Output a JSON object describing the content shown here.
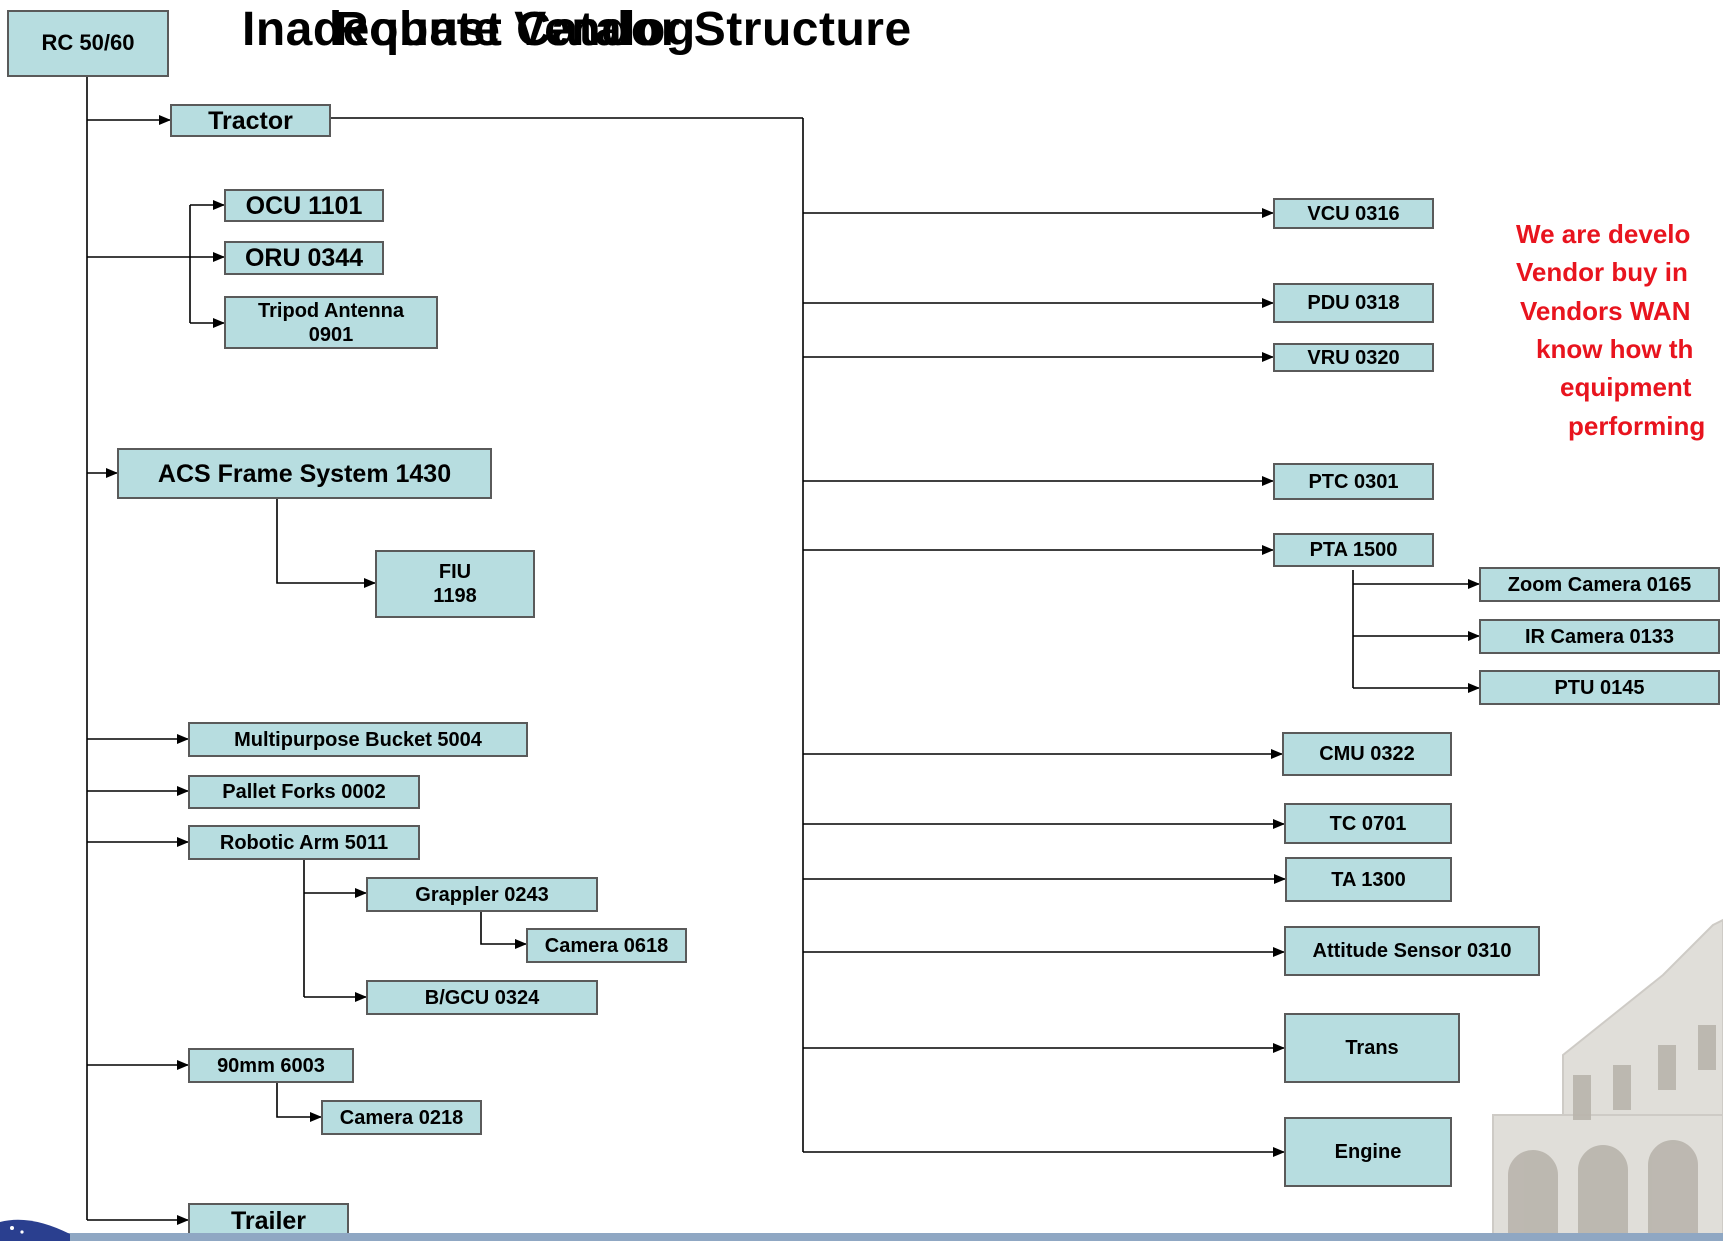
{
  "title_overlay_a": "Inadequate Vendor Structure",
  "title_overlay_b": "Robust Catalog",
  "note_lines": [
    "We are develo",
    "Vendor buy in",
    "Vendors WAN",
    "know how th",
    "equipment",
    "performing"
  ],
  "colors": {
    "box_fill": "#b7dde0",
    "box_border": "#5a5a5a",
    "note_text": "#e8141e",
    "line": "#000000"
  },
  "nodes": {
    "root": "RC 50/60",
    "tractor": "Tractor",
    "ocu": "OCU 1101",
    "oru": "ORU 0344",
    "tripod_line1": "Tripod Antenna",
    "tripod_line2": "0901",
    "acs": "ACS Frame System 1430",
    "fiu_line1": "FIU",
    "fiu_line2": "1198",
    "bucket": "Multipurpose Bucket 5004",
    "forks": "Pallet Forks 0002",
    "arm": "Robotic Arm 5011",
    "grappler": "Grappler 0243",
    "camera618": "Camera 0618",
    "bgcu": "B/GCU 0324",
    "mm90": "90mm 6003",
    "camera218": "Camera 0218",
    "trailer": "Trailer",
    "vcu": "VCU 0316",
    "pdu": "PDU 0318",
    "vru": "VRU 0320",
    "ptc": "PTC 0301",
    "pta": "PTA 1500",
    "zoom": "Zoom Camera 0165",
    "ir": "IR Camera 0133",
    "ptu": "PTU 0145",
    "cmu": "CMU 0322",
    "tc": "TC 0701",
    "ta": "TA 1300",
    "attitude": "Attitude Sensor 0310",
    "trans": "Trans",
    "engine": "Engine"
  }
}
